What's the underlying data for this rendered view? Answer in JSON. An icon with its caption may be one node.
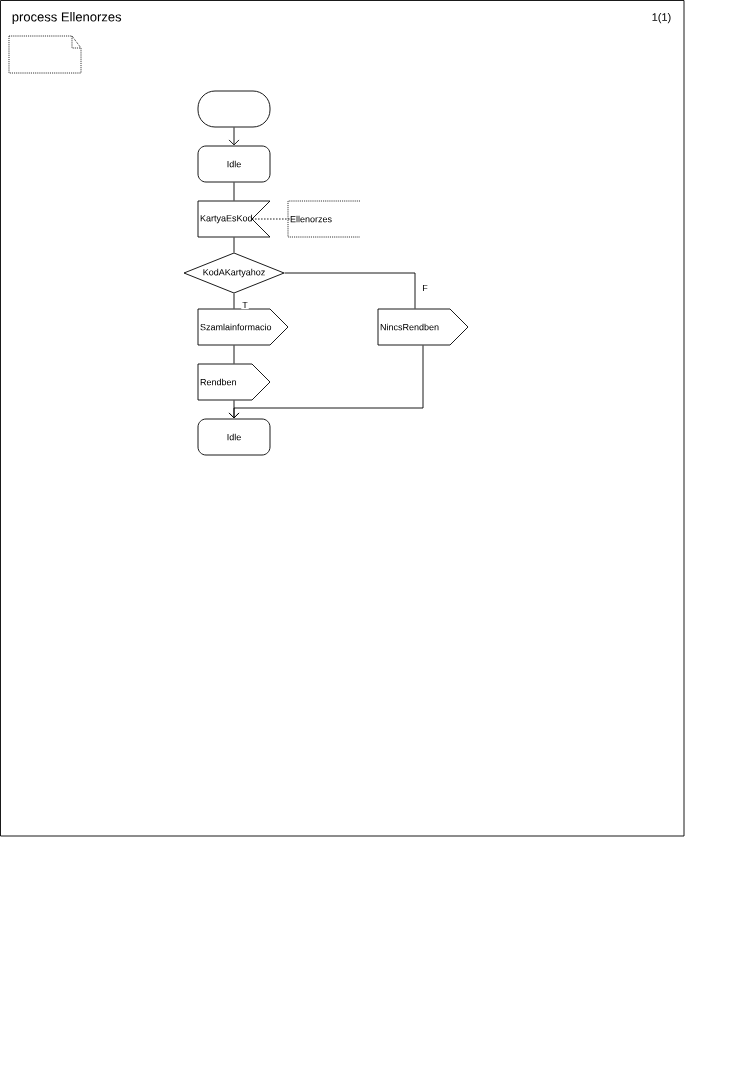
{
  "diagram": {
    "title": "process Ellenorzes",
    "nodes": [
      {
        "text": [],
        "shape": "box"
      },
      {
        "text": [
          "Idle"
        ]
      },
      {
        "text": [
          "KartyaEsKod"
        ]
      },
      {
        "text": [
          "Ellenorzes"
        ]
      },
      {
        "text": [
          "KodAKartyahoz"
        ]
      },
      {
        "text": [
          "Szamlainformacio"
        ]
      },
      {
        "text": [
          "NincsRendben"
        ]
      },
      {
        "text": [
          "Rendben"
        ]
      },
      {
        "text": [
          "Idle"
        ]
      }
    ],
    "edges": [
      {
        "from": 0,
        "to": 1,
        "arrow": "to"
      },
      {
        "from": 1,
        "to": 2,
        "arrow": "none"
      },
      {
        "from": 3,
        "to": 2,
        "arrow": "none",
        "style": "dashed"
      },
      {
        "from": 2,
        "to": 4,
        "arrow": "none"
      },
      {
        "from": 4,
        "to": 5,
        "arrow": "none",
        "label": "T"
      },
      {
        "from": 4,
        "to": 6,
        "arrow": "none",
        "label": "F"
      },
      {
        "from": 5,
        "to": 7,
        "arrow": "none"
      },
      {
        "from": 7,
        "to": 8,
        "arrow": "to"
      },
      {
        "from": 6,
        "to": 8,
        "arrow": "to"
      }
    ],
    "labels": [
      "1(1)"
    ]
  }
}
